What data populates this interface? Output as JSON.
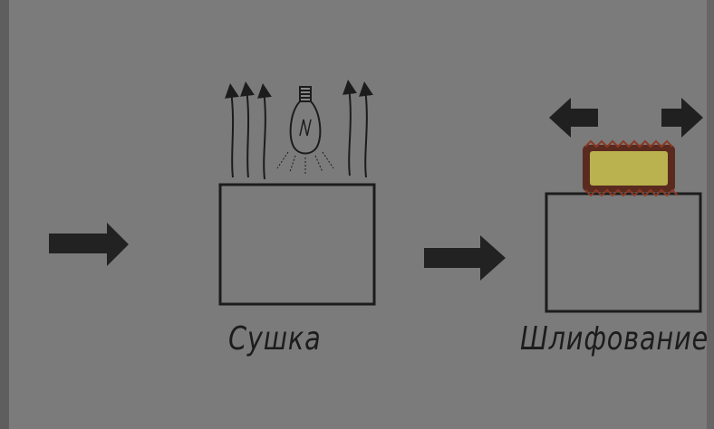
{
  "labels": {
    "drying": "Сушка",
    "grinding": "Шлифование"
  },
  "icons": {
    "lamp": "light-bulb-icon",
    "heat": "heat-rising-arrows",
    "flow": "process-arrow",
    "motion": "back-and-forth-arrows",
    "abrasive": "sanding-block"
  },
  "colors": {
    "background": "#7b7b7b",
    "ink": "#1c1c1c",
    "sanding_block_fill": "#b9b24e",
    "sanding_block_edge": "#8a3a25"
  }
}
